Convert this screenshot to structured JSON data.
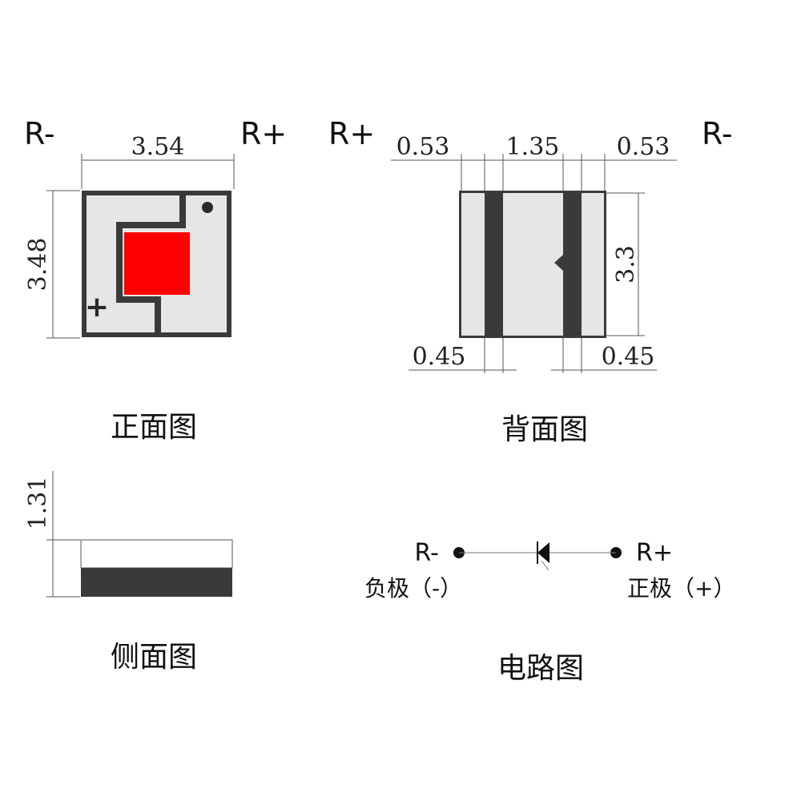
{
  "front": {
    "label_left": "R-",
    "label_right": "R+",
    "width_dim": "3.54",
    "height_dim": "3.48",
    "polarity_mark": "+",
    "caption": "正面图"
  },
  "back": {
    "label_left": "R+",
    "label_right": "R-",
    "dim_top_left": "0.53",
    "dim_top_mid": "1.35",
    "dim_top_right": "0.53",
    "dim_height": "3.3",
    "dim_bottom_left": "0.45",
    "dim_bottom_right": "0.45",
    "caption": "背面图"
  },
  "side": {
    "height_dim": "1.31",
    "caption": "侧面图"
  },
  "circuit": {
    "left_terminal": "R-",
    "left_polarity": "负极（-）",
    "right_terminal": "R+",
    "right_polarity": "正极（+）",
    "caption": "电路图"
  },
  "colors": {
    "chip": "#ff0000",
    "pad": "#3a3a3a",
    "body": "#e6e6e6"
  }
}
